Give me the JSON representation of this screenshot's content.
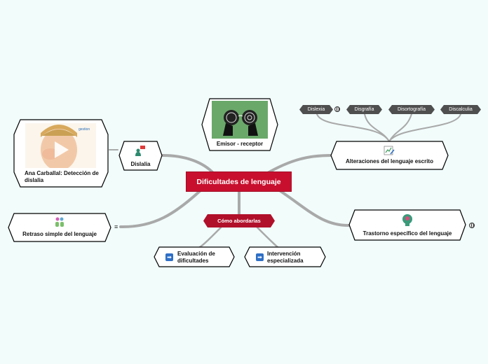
{
  "center": {
    "label": "Dificultades de lenguaje"
  },
  "sub_topic": {
    "label": "Cómo abordarlas"
  },
  "nodes": {
    "emisor": "Emisor - receptor",
    "dislalia": "Dislalia",
    "video": "Ana Carballal: Detección de dislalia",
    "retraso": "Retraso simple del lenguaje",
    "alteraciones": "Alteraciones del lenguaje escrito",
    "trastorno": "Trastorno específico del lenguaje",
    "evaluacion": "Evaluación de dificultades",
    "intervencion": "Intervención especializada"
  },
  "tags": [
    "Dislexia",
    "Disgrafía",
    "Disortografía",
    "Discalculia"
  ],
  "colors": {
    "center": "#c8102e",
    "sub": "#b1102a",
    "tag": "#4f4f4f",
    "branch": "#a9a9a9"
  },
  "icons": {
    "link": "globe-icon",
    "note": "menu-lines-icon",
    "arrow": "arrow-right-icon"
  }
}
